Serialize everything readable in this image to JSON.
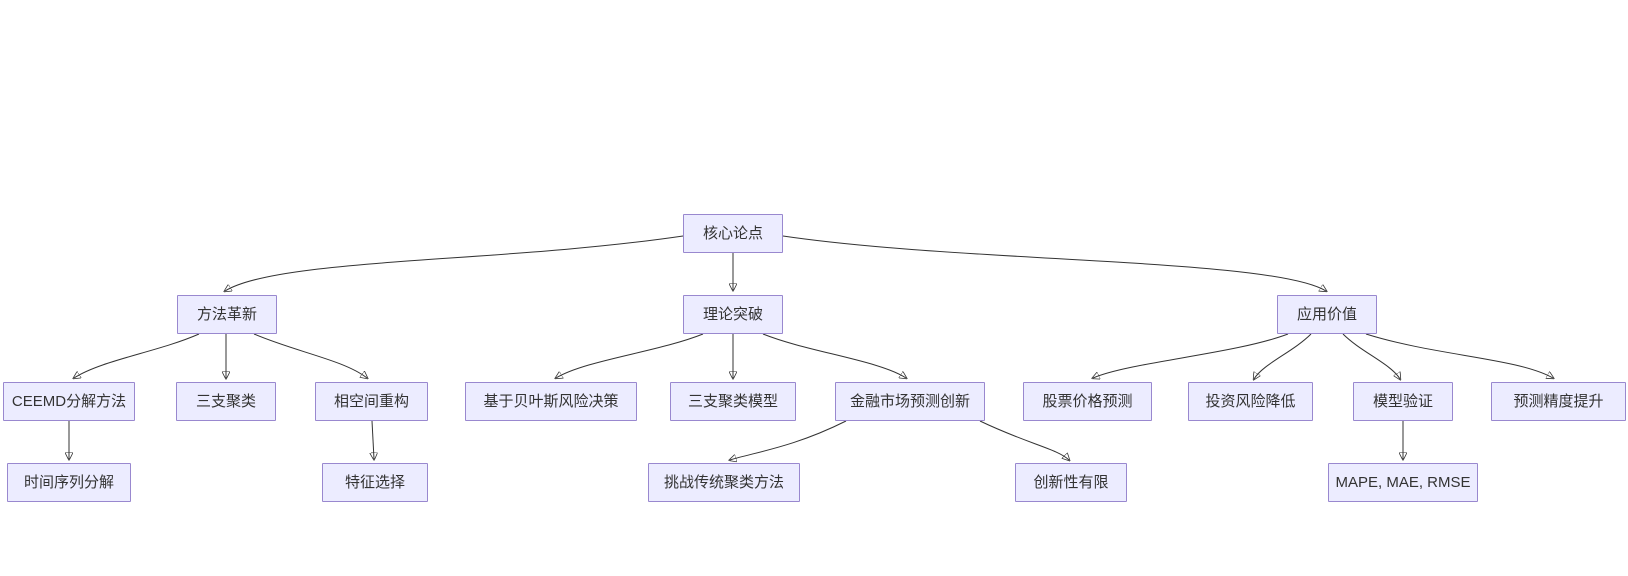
{
  "diagram": {
    "type": "flowchart-top-down",
    "colors": {
      "background": "#FFFFFF",
      "node_fill": "#ECECFF",
      "node_border": "#9370DB",
      "edge": "#333333",
      "text": "#333333"
    },
    "nodes": {
      "core": {
        "label": "核心论点"
      },
      "method": {
        "label": "方法革新"
      },
      "theory": {
        "label": "理论突破"
      },
      "app": {
        "label": "应用价值"
      },
      "ceemd": {
        "label": "CEEMD分解方法"
      },
      "threeway": {
        "label": "三支聚类"
      },
      "phase": {
        "label": "相空间重构"
      },
      "bayes": {
        "label": "基于贝叶斯风险决策"
      },
      "threemodel": {
        "label": "三支聚类模型"
      },
      "finance": {
        "label": "金融市场预测创新"
      },
      "stock": {
        "label": "股票价格预测"
      },
      "invest": {
        "label": "投资风险降低"
      },
      "modelval": {
        "label": "模型验证"
      },
      "accuracy": {
        "label": "预测精度提升"
      },
      "timeseries": {
        "label": "时间序列分解"
      },
      "feature": {
        "label": "特征选择"
      },
      "challenge": {
        "label": "挑战传统聚类方法"
      },
      "limited": {
        "label": "创新性有限"
      },
      "mape": {
        "label": "MAPE, MAE, RMSE"
      }
    },
    "edges": [
      {
        "from": "核心论点",
        "to": "方法革新"
      },
      {
        "from": "核心论点",
        "to": "理论突破"
      },
      {
        "from": "核心论点",
        "to": "应用价值"
      },
      {
        "from": "方法革新",
        "to": "CEEMD分解方法"
      },
      {
        "from": "方法革新",
        "to": "三支聚类"
      },
      {
        "from": "方法革新",
        "to": "相空间重构"
      },
      {
        "from": "理论突破",
        "to": "基于贝叶斯风险决策"
      },
      {
        "from": "理论突破",
        "to": "三支聚类模型"
      },
      {
        "from": "理论突破",
        "to": "金融市场预测创新"
      },
      {
        "from": "应用价值",
        "to": "股票价格预测"
      },
      {
        "from": "应用价值",
        "to": "投资风险降低"
      },
      {
        "from": "应用价值",
        "to": "模型验证"
      },
      {
        "from": "应用价值",
        "to": "预测精度提升"
      },
      {
        "from": "CEEMD分解方法",
        "to": "时间序列分解"
      },
      {
        "from": "相空间重构",
        "to": "特征选择"
      },
      {
        "from": "金融市场预测创新",
        "to": "挑战传统聚类方法"
      },
      {
        "from": "金融市场预测创新",
        "to": "创新性有限"
      },
      {
        "from": "模型验证",
        "to": "MAPE, MAE, RMSE"
      }
    ]
  }
}
